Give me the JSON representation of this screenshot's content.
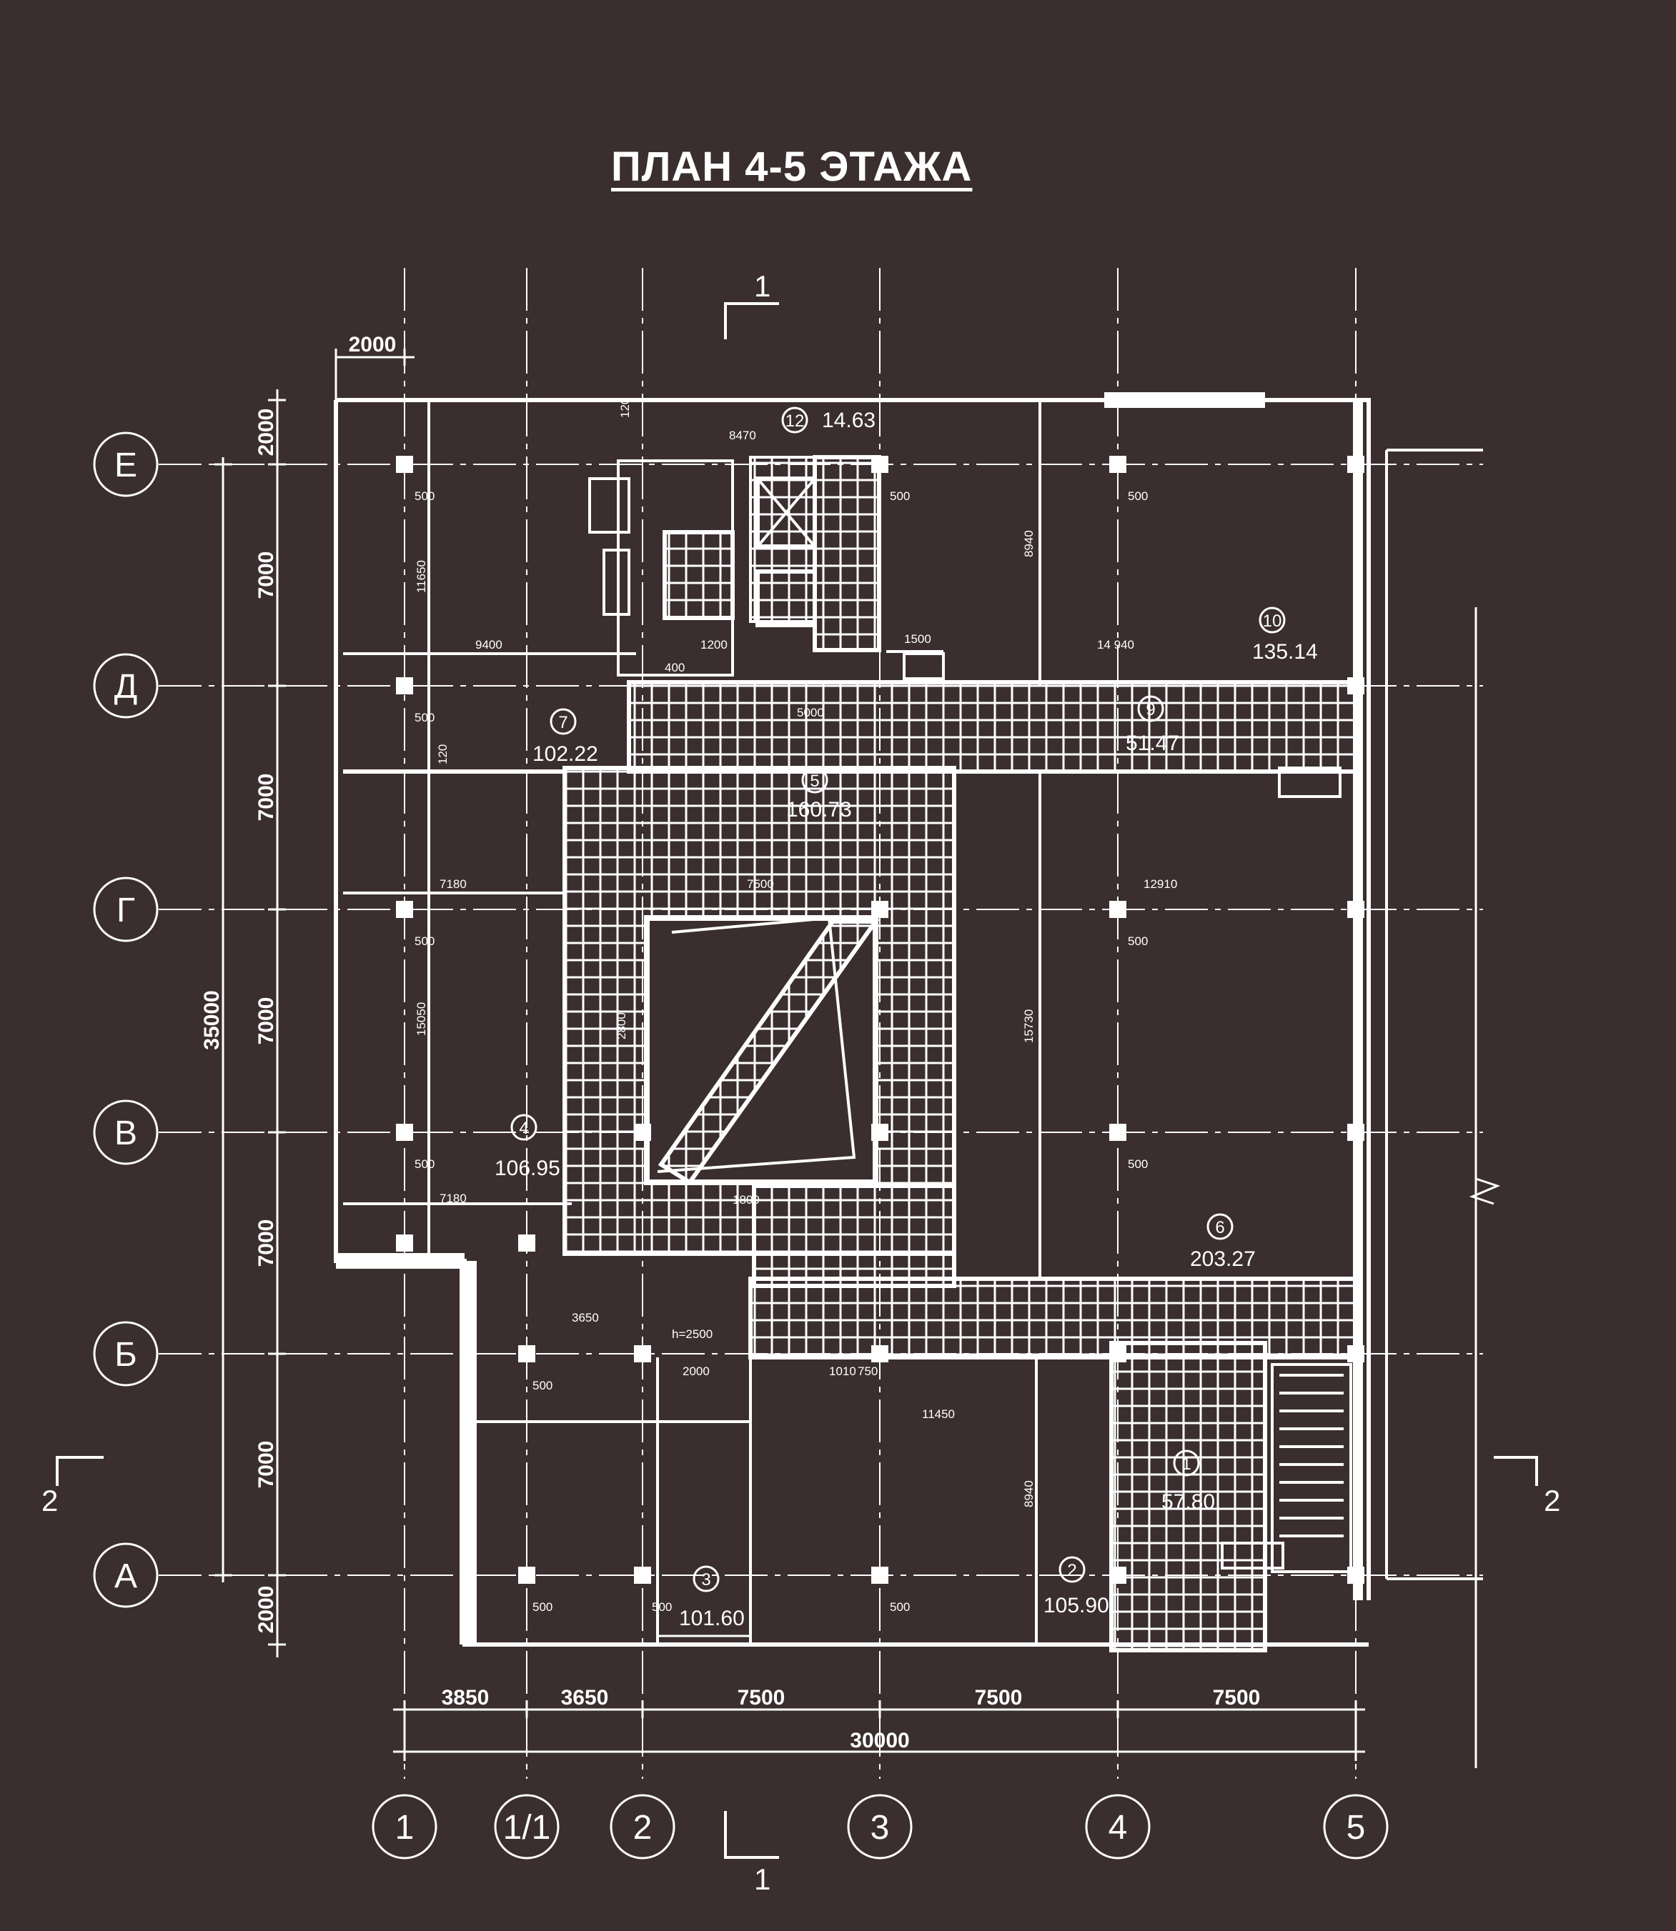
{
  "title": "ПЛАН 4-5 ЭТАЖА",
  "colors": {
    "background": "#3a2e2f",
    "lines": "#ffffff"
  },
  "axes_columns": [
    "1",
    "1/1",
    "2",
    "3",
    "4",
    "5"
  ],
  "axes_rows": [
    "Е",
    "Д",
    "Г",
    "В",
    "Б",
    "А"
  ],
  "dims_bottom": [
    "3850",
    "3650",
    "7500",
    "7500",
    "7500"
  ],
  "dim_total_bottom": "30000",
  "dims_left": [
    "2000",
    "7000",
    "7000",
    "7000",
    "7000",
    "7000",
    "2000"
  ],
  "dim_total_left": "35000",
  "dim_top_overhang": "2000",
  "sections": {
    "top": "1",
    "bottom": "1",
    "left": "2",
    "right": "2"
  },
  "rooms": [
    {
      "id": "12",
      "area": "14.63"
    },
    {
      "id": "10",
      "area": "135.14"
    },
    {
      "id": "7",
      "area": "102.22"
    },
    {
      "id": "5",
      "area": "160.73"
    },
    {
      "id": "4",
      "area": "106.95"
    },
    {
      "id": "6",
      "area": "203.27"
    },
    {
      "id": "3",
      "area": "101.60"
    },
    {
      "id": "2",
      "area": "105.90"
    },
    {
      "id": "1",
      "area": "57.80"
    },
    {
      "id": "9",
      "area": "51.47"
    }
  ],
  "notes": {
    "n500": "500",
    "n9400": "9400",
    "n14940": "14 940",
    "n8470": "8470",
    "n7180": "7180",
    "n12910": "12910",
    "n11450": "11450",
    "n8940": "8940",
    "n11650": "11650",
    "n15050": "15050",
    "n15730": "15730",
    "n3650": "3650",
    "h2500": "h=2500",
    "n2000": "2000",
    "n1010": "1010",
    "n750": "750",
    "n1500": "1500",
    "n1200": "1200",
    "n7500": "7500",
    "n120": "120",
    "n400": "400",
    "n5000": "5000",
    "n2800": "2800",
    "n1800": "1800"
  }
}
